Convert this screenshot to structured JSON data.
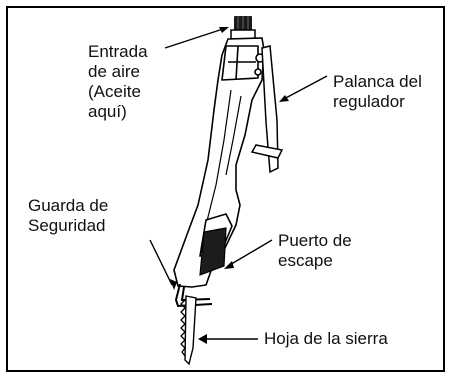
{
  "labels": {
    "air_inlet": "Entrada\nde aire\n(Aceite\naquí)",
    "throttle_lever": "Palanca del\nregulador",
    "safety_guard": "Guarda de\nSeguridad",
    "exhaust_port": "Puerto de\nescape",
    "saw_blade": "Hoja de la sierra"
  },
  "colors": {
    "line": "#000000",
    "background": "#ffffff"
  }
}
